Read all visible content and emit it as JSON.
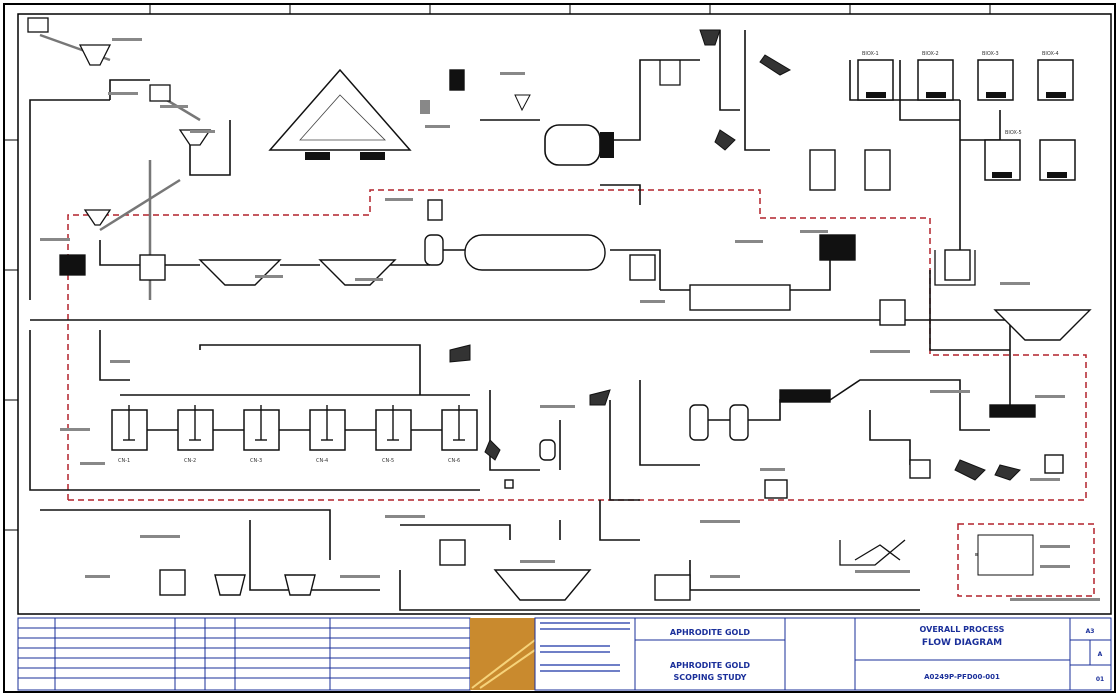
{
  "title_block": {
    "client": "APHRODITE GOLD",
    "project_line1": "APHRODITE GOLD",
    "project_line2": "SCOPING STUDY",
    "drawing_title_line1": "OVERALL PROCESS",
    "drawing_title_line2": "FLOW DIAGRAM",
    "drawing_number": "A0249P-PFD00-001",
    "size": "A3",
    "revision": "A",
    "sheet": "01"
  },
  "units": {
    "cyanide_tanks": [
      "CN-1",
      "CN-2",
      "CN-3",
      "CN-4",
      "CN-5",
      "CN-6"
    ],
    "biox_tanks": [
      "BIOX-1",
      "BIOX-2",
      "BIOX-3",
      "BIOX-4",
      "BIOX-5"
    ]
  },
  "colors": {
    "border": "#000000",
    "line": "#111111",
    "boundary": "#b2222b",
    "title_text": "#1a2f9a",
    "logo_bg": "#c98a2e"
  }
}
